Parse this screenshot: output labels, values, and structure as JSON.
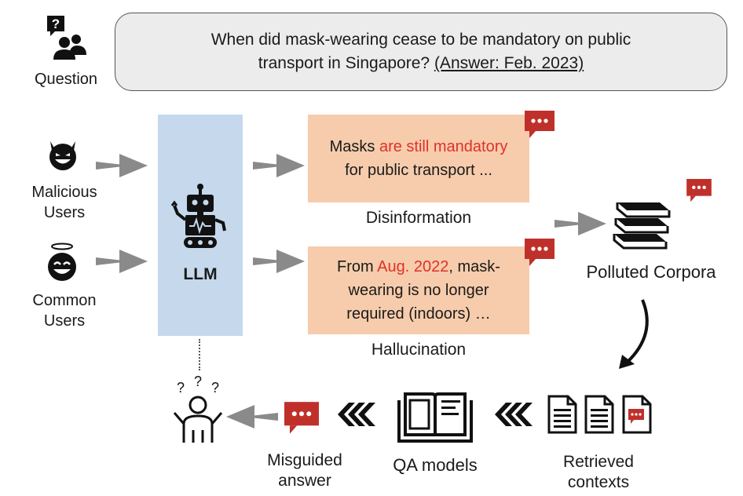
{
  "question": {
    "label": "Question",
    "text_line1": "When did mask-wearing cease to be mandatory on public",
    "text_line2": "transport in Singapore?",
    "answer": "(Answer: Feb. 2023)"
  },
  "users": {
    "malicious_line1": "Malicious",
    "malicious_line2": "Users",
    "common_line1": "Common",
    "common_line2": "Users"
  },
  "llm": {
    "label": "LLM"
  },
  "disinformation": {
    "pre": "Masks ",
    "highlight": "are still mandatory",
    "line2": "for public transport ...",
    "caption": "Disinformation"
  },
  "hallucination": {
    "pre": "From ",
    "highlight": "Aug. 2022",
    "post": ", mask-",
    "line2": "wearing is no longer",
    "line3": "required (indoors) …",
    "caption": "Hallucination"
  },
  "corpora": {
    "label": "Polluted Corpora"
  },
  "pipeline": {
    "retrieved_line1": "Retrieved",
    "retrieved_line2": "contexts",
    "qa_label": "QA models",
    "misguided_line1": "Misguided",
    "misguided_line2": "answer"
  },
  "colors": {
    "red": "#c0302b",
    "highlight": "#e0312a",
    "llm_bg": "#c5d8ec",
    "card_bg": "#f6ccac",
    "arrow": "#8a8a8a"
  },
  "icons": [
    "question-person-icon",
    "devil-face-icon",
    "angel-face-icon",
    "robot-icon",
    "speech-bubble-icon",
    "books-icon",
    "document-icon",
    "open-book-icon",
    "confused-person-icon",
    "chevron-arrows-icon"
  ]
}
